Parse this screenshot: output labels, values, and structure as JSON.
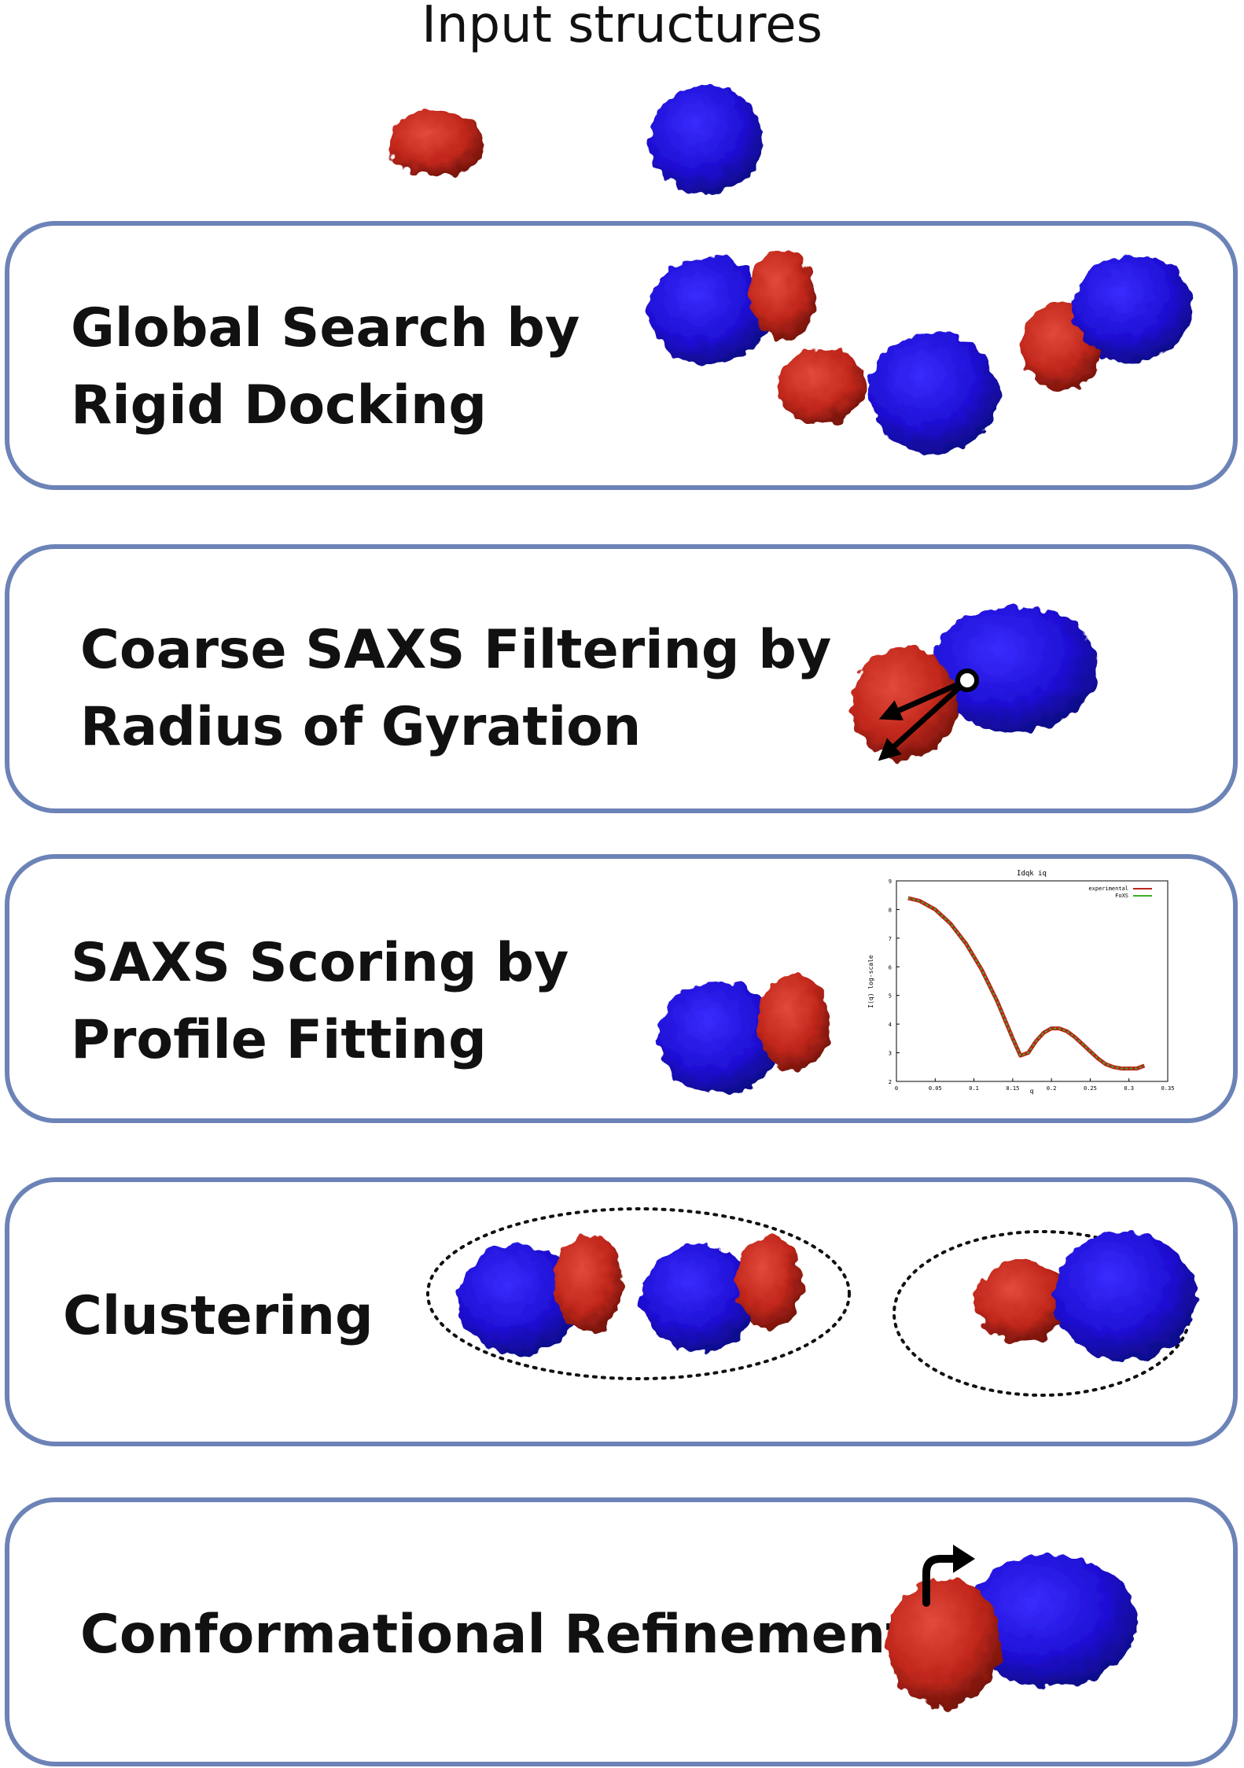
{
  "title": "Input structures",
  "stages": [
    {
      "lines": [
        "Global Search by",
        "Rigid Docking"
      ]
    },
    {
      "lines": [
        "Coarse SAXS Filtering by",
        "Radius of Gyration"
      ]
    },
    {
      "lines": [
        "SAXS Scoring by",
        "Profile Fitting"
      ]
    },
    {
      "lines": [
        "Clustering"
      ]
    },
    {
      "lines": [
        "Conformational Refinement"
      ]
    }
  ],
  "colors": {
    "box_border": "#6c83b7",
    "protein_blue": "#1f10d6",
    "protein_red": "#c1271b",
    "arrow": "#000000"
  },
  "chart_data": {
    "type": "line",
    "title": "Idqk iq",
    "xlabel": "q",
    "ylabel": "I(q) log-scale",
    "xlim": [
      0,
      0.35
    ],
    "ylim": [
      2,
      9
    ],
    "xticks": [
      "0",
      "0.05",
      "0.1",
      "0.15",
      "0.2",
      "0.25",
      "0.3",
      "0.35"
    ],
    "yticks": [
      "2",
      "3",
      "4",
      "5",
      "6",
      "7",
      "8",
      "9"
    ],
    "legend": [
      "experimental",
      "FoXS"
    ],
    "series": [
      {
        "name": "experimental",
        "x": [
          0.015,
          0.03,
          0.05,
          0.07,
          0.09,
          0.11,
          0.13,
          0.15,
          0.16,
          0.17,
          0.18,
          0.19,
          0.2,
          0.21,
          0.22,
          0.23,
          0.24,
          0.25,
          0.26,
          0.27,
          0.28,
          0.29,
          0.3,
          0.31,
          0.32
        ],
        "y": [
          8.4,
          8.3,
          8.0,
          7.5,
          6.8,
          5.9,
          4.8,
          3.5,
          2.9,
          3.0,
          3.4,
          3.7,
          3.85,
          3.85,
          3.75,
          3.55,
          3.3,
          3.05,
          2.8,
          2.6,
          2.5,
          2.45,
          2.45,
          2.45,
          2.55
        ]
      },
      {
        "name": "FoXS",
        "x": [
          0.015,
          0.03,
          0.05,
          0.07,
          0.09,
          0.11,
          0.13,
          0.15,
          0.16,
          0.17,
          0.18,
          0.19,
          0.2,
          0.21,
          0.22,
          0.23,
          0.24,
          0.25,
          0.26,
          0.27,
          0.28,
          0.29,
          0.3,
          0.31,
          0.32
        ],
        "y": [
          8.4,
          8.3,
          8.0,
          7.5,
          6.8,
          5.9,
          4.8,
          3.5,
          2.9,
          3.0,
          3.4,
          3.7,
          3.85,
          3.85,
          3.75,
          3.55,
          3.3,
          3.05,
          2.8,
          2.6,
          2.5,
          2.45,
          2.45,
          2.45,
          2.55
        ]
      }
    ]
  }
}
